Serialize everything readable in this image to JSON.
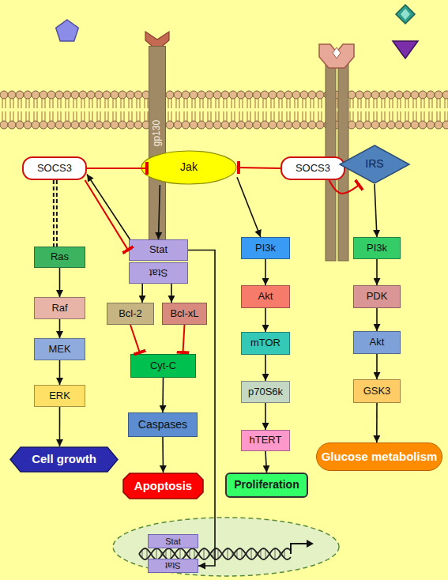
{
  "diagram": {
    "nodes": [
      {
        "text": [
          "SOCS3"
        ]
      },
      {
        "text": [
          "gp130"
        ]
      },
      {
        "text": [
          "Jak"
        ]
      },
      {
        "text": [
          "SOCS3"
        ]
      },
      {
        "text": [
          "IRS"
        ]
      },
      {
        "text": [
          "Stat"
        ]
      },
      {
        "text": [
          "Stat"
        ]
      },
      {
        "text": [
          "PI3k"
        ]
      },
      {
        "text": [
          "Ras"
        ]
      },
      {
        "text": [
          "Raf"
        ]
      },
      {
        "text": [
          "Bcl-2"
        ]
      },
      {
        "text": [
          "Bcl-xL"
        ]
      },
      {
        "text": [
          "Akt"
        ]
      },
      {
        "text": [
          "MEK"
        ]
      },
      {
        "text": [
          "Cyt-C"
        ]
      },
      {
        "text": [
          "mTOR"
        ]
      },
      {
        "text": [
          "PI3k"
        ]
      },
      {
        "text": [
          "PDK"
        ]
      },
      {
        "text": [
          "Akt"
        ]
      },
      {
        "text": [
          "ERK"
        ]
      },
      {
        "text": [
          "p70S6k"
        ]
      },
      {
        "text": [
          "GSK3"
        ]
      },
      {
        "text": [
          "Caspases"
        ]
      },
      {
        "text": [
          "hTERT"
        ]
      },
      {
        "text": [
          "Cell growth"
        ]
      },
      {
        "text": [
          "Glucose metabolism"
        ]
      },
      {
        "text": [
          "Apoptosis"
        ]
      },
      {
        "text": [
          "Proliferation"
        ]
      },
      {
        "text": [
          "Stat"
        ]
      },
      {
        "text": [
          "Stat"
        ]
      }
    ],
    "edges": [
      {
        "from": 0,
        "to": 1,
        "arrow": "to"
      },
      {
        "from": 3,
        "to": 2,
        "arrow": "to"
      },
      {
        "from": 2,
        "to": 5,
        "arrow": "to"
      },
      {
        "from": 2,
        "to": 7,
        "arrow": "to"
      },
      {
        "from": 5,
        "to": 0,
        "arrow": "to"
      },
      {
        "from": 0,
        "to": 5,
        "arrow": "to"
      },
      {
        "from": 3,
        "to": 4,
        "arrow": "to"
      },
      {
        "from": 0,
        "to": 8,
        "arrow": "none"
      },
      {
        "from": 8,
        "to": 9,
        "arrow": "to"
      },
      {
        "from": 9,
        "to": 13,
        "arrow": "to"
      },
      {
        "from": 13,
        "to": 19,
        "arrow": "to"
      },
      {
        "from": 19,
        "to": 24,
        "arrow": "to"
      },
      {
        "from": 6,
        "to": 10,
        "arrow": "to"
      },
      {
        "from": 6,
        "to": 11,
        "arrow": "to"
      },
      {
        "from": 10,
        "to": 14,
        "arrow": "to"
      },
      {
        "from": 11,
        "to": 14,
        "arrow": "to"
      },
      {
        "from": 14,
        "to": 22,
        "arrow": "to"
      },
      {
        "from": 22,
        "to": 26,
        "arrow": "to"
      },
      {
        "from": 5,
        "to": 29,
        "arrow": "to"
      },
      {
        "from": 7,
        "to": 12,
        "arrow": "to"
      },
      {
        "from": 12,
        "to": 15,
        "arrow": "to"
      },
      {
        "from": 15,
        "to": 20,
        "arrow": "to"
      },
      {
        "from": 20,
        "to": 23,
        "arrow": "to"
      },
      {
        "from": 23,
        "to": 27,
        "arrow": "to"
      },
      {
        "from": 4,
        "to": 16,
        "arrow": "to"
      },
      {
        "from": 16,
        "to": 17,
        "arrow": "to"
      },
      {
        "from": 17,
        "to": 18,
        "arrow": "to"
      },
      {
        "from": 18,
        "to": 21,
        "arrow": "to"
      },
      {
        "from": 21,
        "to": 25,
        "arrow": "to"
      }
    ]
  }
}
